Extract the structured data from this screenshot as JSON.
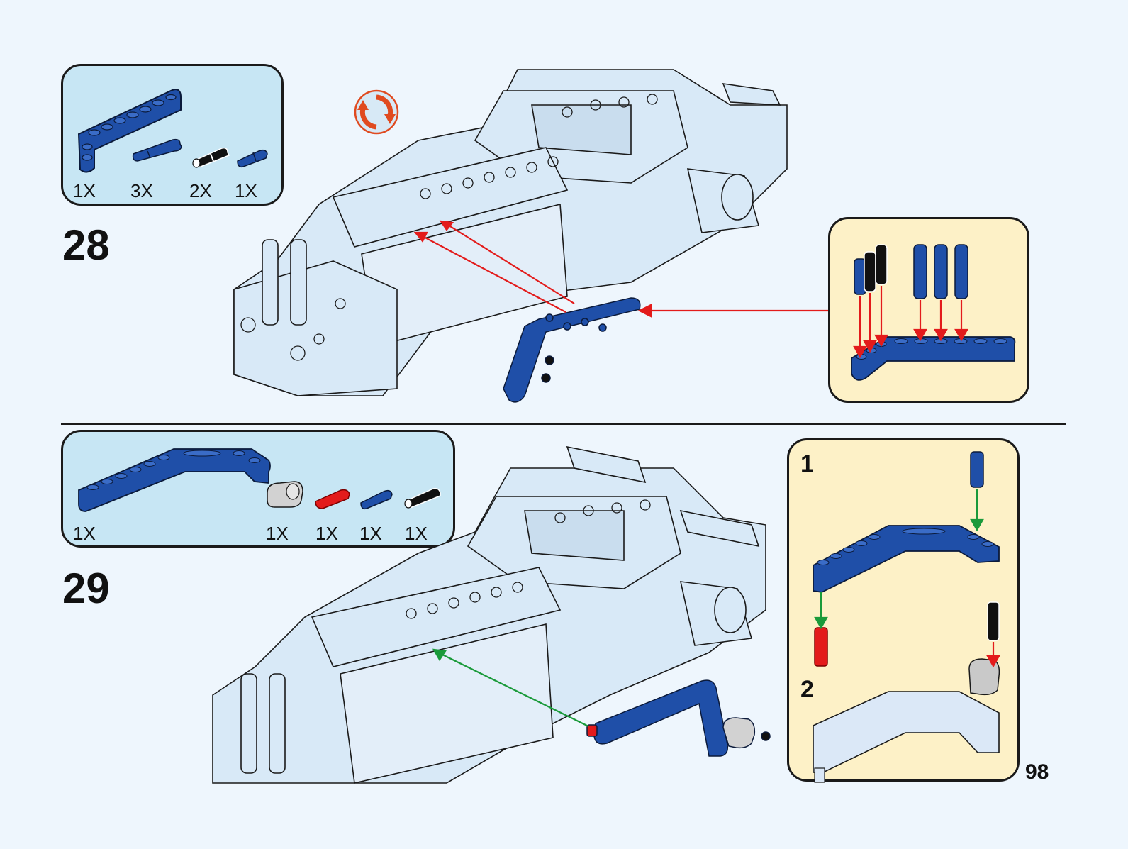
{
  "page": {
    "number": "98"
  },
  "colors": {
    "background": "#eef6fd",
    "parts_box": "#c7e6f4",
    "sub_box": "#fdf1c7",
    "beam_blue": "#1f4fa8",
    "model_light": "#d8e9f7",
    "arrow_red": "#e31b1b",
    "arrow_green": "#1a9a3a",
    "rotate_icon": "#e04a1f"
  },
  "steps": [
    {
      "number": "28",
      "parts": [
        {
          "icon": "l-beam-blue-icon",
          "qty": "1X"
        },
        {
          "icon": "long-pin-blue-icon",
          "qty": "3X"
        },
        {
          "icon": "friction-pin-black-icon",
          "qty": "2X"
        },
        {
          "icon": "axle-pin-blue-icon",
          "qty": "1X"
        }
      ],
      "indicator": "rotate-model-icon"
    },
    {
      "number": "29",
      "parts": [
        {
          "icon": "bent-beam-blue-icon",
          "qty": "1X"
        },
        {
          "icon": "connector-grey-icon",
          "qty": "1X"
        },
        {
          "icon": "axle-red-icon",
          "qty": "1X"
        },
        {
          "icon": "axle-pin-blue-icon",
          "qty": "1X"
        },
        {
          "icon": "friction-pin-black-icon",
          "qty": "1X"
        }
      ],
      "substeps": [
        {
          "number": "1"
        },
        {
          "number": "2"
        }
      ]
    }
  ]
}
